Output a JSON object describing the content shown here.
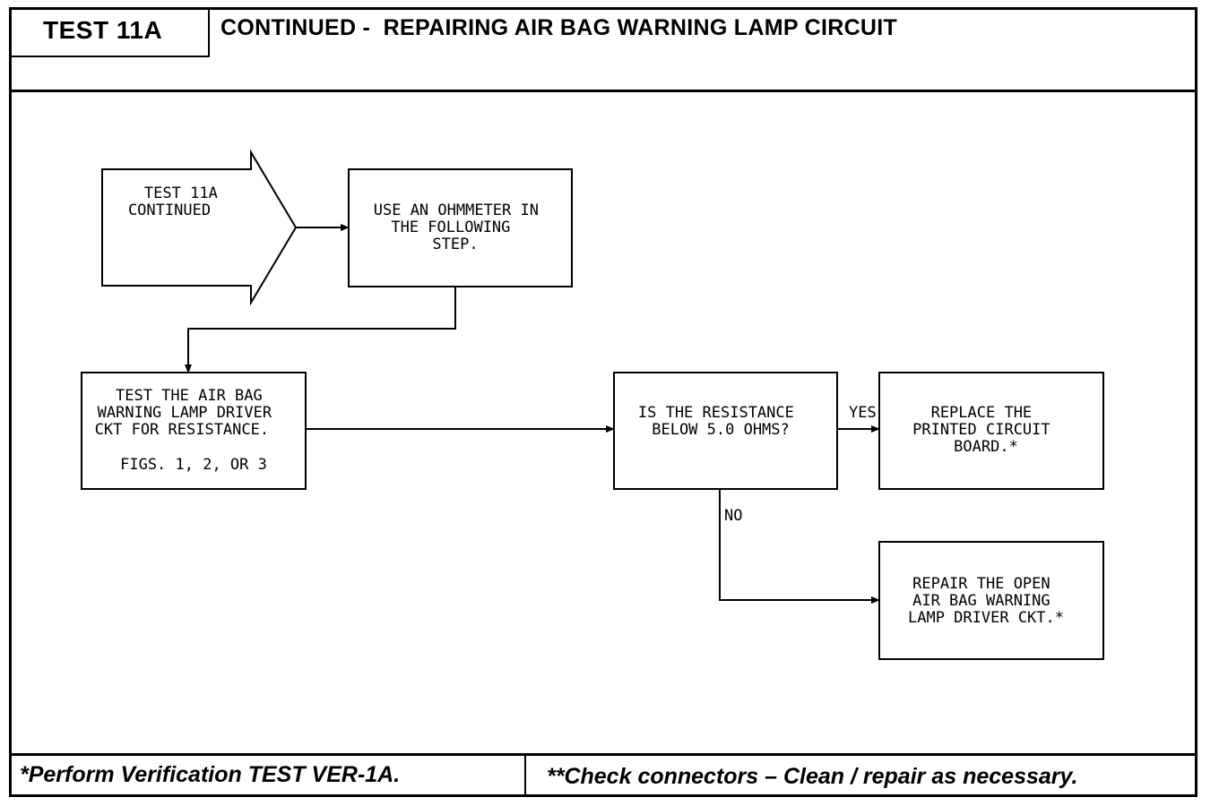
{
  "header": {
    "test_id": "TEST 11A",
    "title": "CONTINUED -  REPAIRING AIR BAG WARNING LAMP CIRCUIT"
  },
  "nodes": {
    "entry": [
      "TEST 11A",
      "CONTINUED"
    ],
    "use_ohmmeter": [
      "USE AN OHMMETER IN",
      "THE FOLLOWING",
      "STEP."
    ],
    "test_resistance": [
      "TEST THE AIR BAG",
      "WARNING LAMP DRIVER",
      "CKT FOR RESISTANCE.",
      "FIGS. 1, 2, OR 3"
    ],
    "decision": [
      "IS THE RESISTANCE",
      "BELOW 5.0 OHMS?"
    ],
    "replace_pcb": [
      "REPLACE THE",
      "PRINTED CIRCUIT",
      "BOARD.*"
    ],
    "repair_open": [
      "REPAIR THE OPEN",
      "AIR BAG WARNING",
      "LAMP DRIVER CKT.*"
    ]
  },
  "edge_labels": {
    "yes": "YES",
    "no": "NO"
  },
  "footer": {
    "left": "*Perform Verification TEST VER-1A.",
    "right": "**Check connectors – Clean / repair as necessary."
  }
}
